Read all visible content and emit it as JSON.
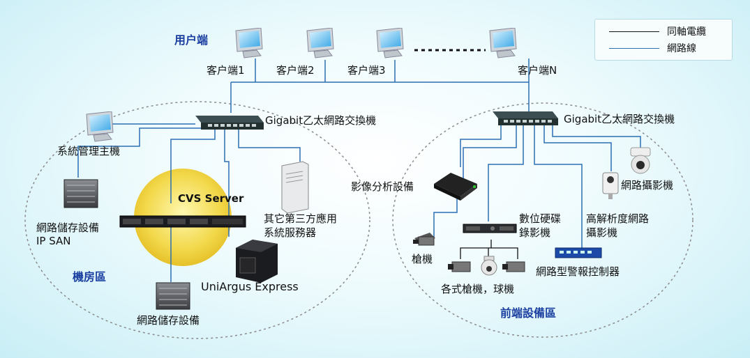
{
  "legend": {
    "coax": "同軸電纜",
    "network": "網路線"
  },
  "colors": {
    "coax": "#111111",
    "network": "#2a6fb3",
    "zone_label": "#1a3fa0"
  },
  "zones": {
    "client": "用户端",
    "machine_room": "機房區",
    "front_end": "前端設備區"
  },
  "clients": [
    "客户端1",
    "客户端2",
    "客户端3",
    "客户端N"
  ],
  "switch_left": "Gigabit乙太網路交換機",
  "switch_right": "Gigabit乙太網路交換機",
  "machine_room": {
    "management": "系統管理主機",
    "storage_ipsan_line1": "網路儲存設備",
    "storage_ipsan_line2": "IP SAN",
    "cvs_server": "CVS Server",
    "third_party_line1": "其它第三方應用",
    "third_party_line2": "系統服務器",
    "uniargus": "UniArgus Express",
    "storage": "網路儲存設備"
  },
  "front_end": {
    "analysis": "影像分析設備",
    "gun_cam": "槍機",
    "dvr_line1": "數位硬碟",
    "dvr_line2": "錄影機",
    "hd_cam_line1": "高解析度網路",
    "hd_cam_line2": "攝影機",
    "ip_cam": "網路攝影機",
    "alarm": "網路型警報控制器",
    "cams": "各式槍機，球機"
  }
}
